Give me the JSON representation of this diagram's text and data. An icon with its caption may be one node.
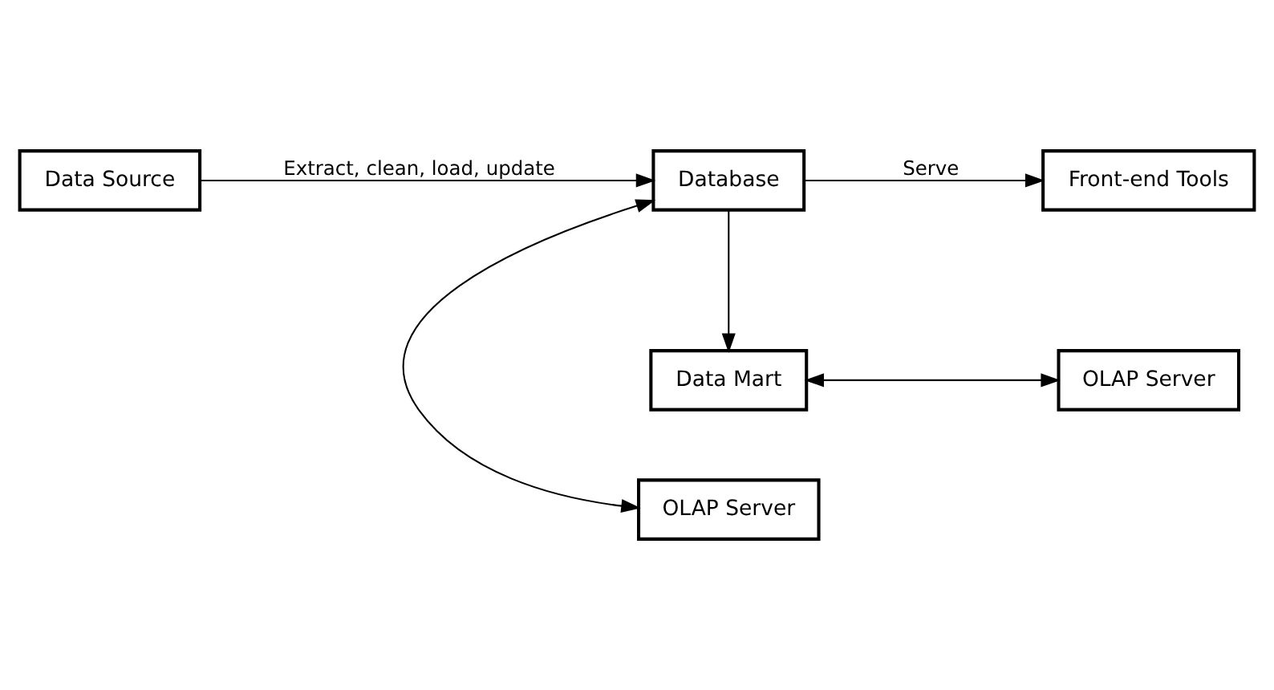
{
  "diagram": {
    "nodes": [
      {
        "text": [
          "OLAP Server"
        ]
      },
      {
        "text": [
          "Data Source"
        ]
      },
      {
        "text": [
          "Database"
        ]
      },
      {
        "text": [
          "Front-end Tools"
        ]
      },
      {
        "text": [
          "Data Mart"
        ]
      },
      {
        "text": [
          "OLAP Server"
        ]
      }
    ],
    "edges": [
      {
        "from": 2,
        "to": 0,
        "arrow": "both"
      },
      {
        "from": 1,
        "to": 2,
        "arrow": "to",
        "label": "Extract, clean, load, update"
      },
      {
        "from": 2,
        "to": 3,
        "arrow": "to",
        "label": "Serve"
      },
      {
        "from": 2,
        "to": 4,
        "arrow": "to"
      },
      {
        "from": 4,
        "to": 5,
        "arrow": "both"
      }
    ]
  }
}
